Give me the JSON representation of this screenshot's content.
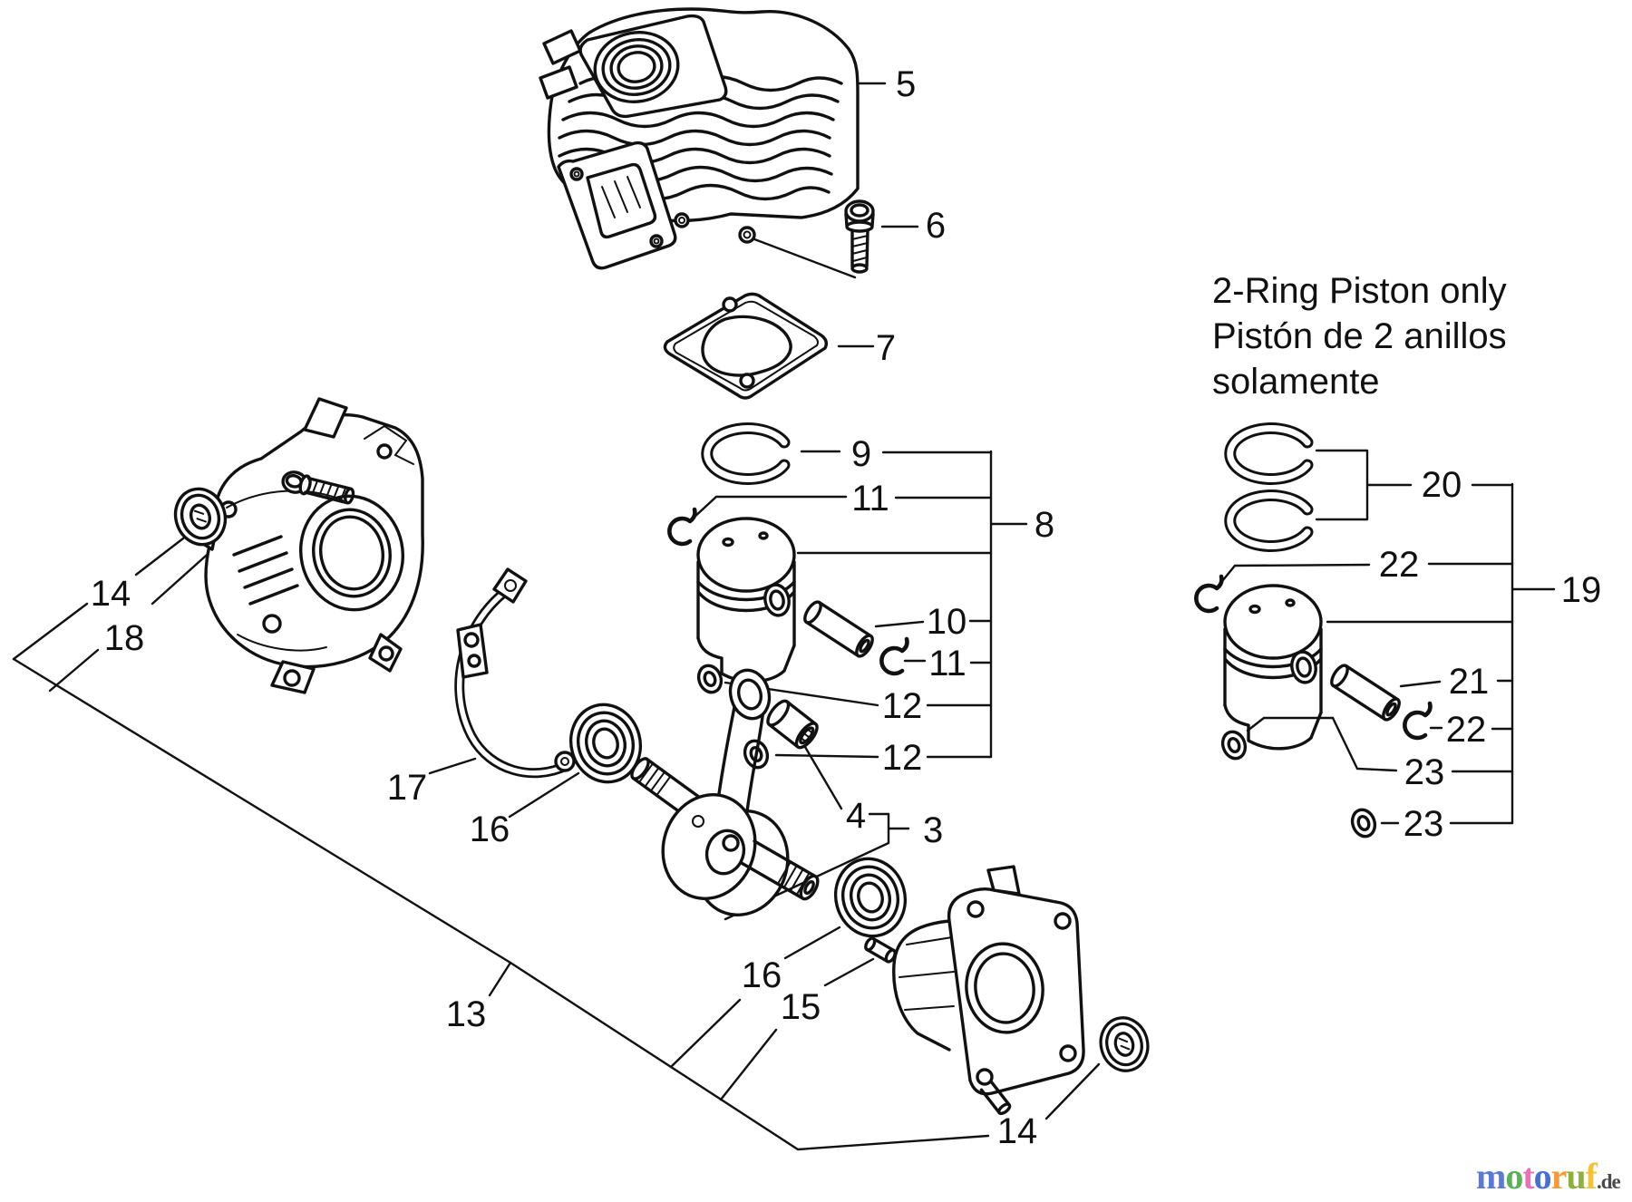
{
  "note": {
    "line1": "2-Ring Piston only",
    "line2": "Pistón de 2 anillos",
    "line3": "solamente"
  },
  "callouts": {
    "c3": "3",
    "c4": "4",
    "c5": "5",
    "c6": "6",
    "c7": "7",
    "c8": "8",
    "c9": "9",
    "c10": "10",
    "c11a": "11",
    "c11b": "11",
    "c12a": "12",
    "c12b": "12",
    "c13": "13",
    "c14a": "14",
    "c14b": "14",
    "c15": "15",
    "c16a": "16",
    "c16b": "16",
    "c17": "17",
    "c18": "18",
    "c19": "19",
    "c20": "20",
    "c21": "21",
    "c22a": "22",
    "c22b": "22",
    "c23a": "23",
    "c23b": "23"
  },
  "logo": {
    "word": "motoruf",
    "suffix": ".de",
    "letter_colors": [
      "#5b79d9",
      "#56b356",
      "#ef6eb8",
      "#4a6fd4",
      "#f49a3a",
      "#8faf3f",
      "#f2c23b"
    ],
    "suffix_color": "#4a4a4a"
  },
  "colors": {
    "line": "#111111",
    "background": "#ffffff"
  }
}
